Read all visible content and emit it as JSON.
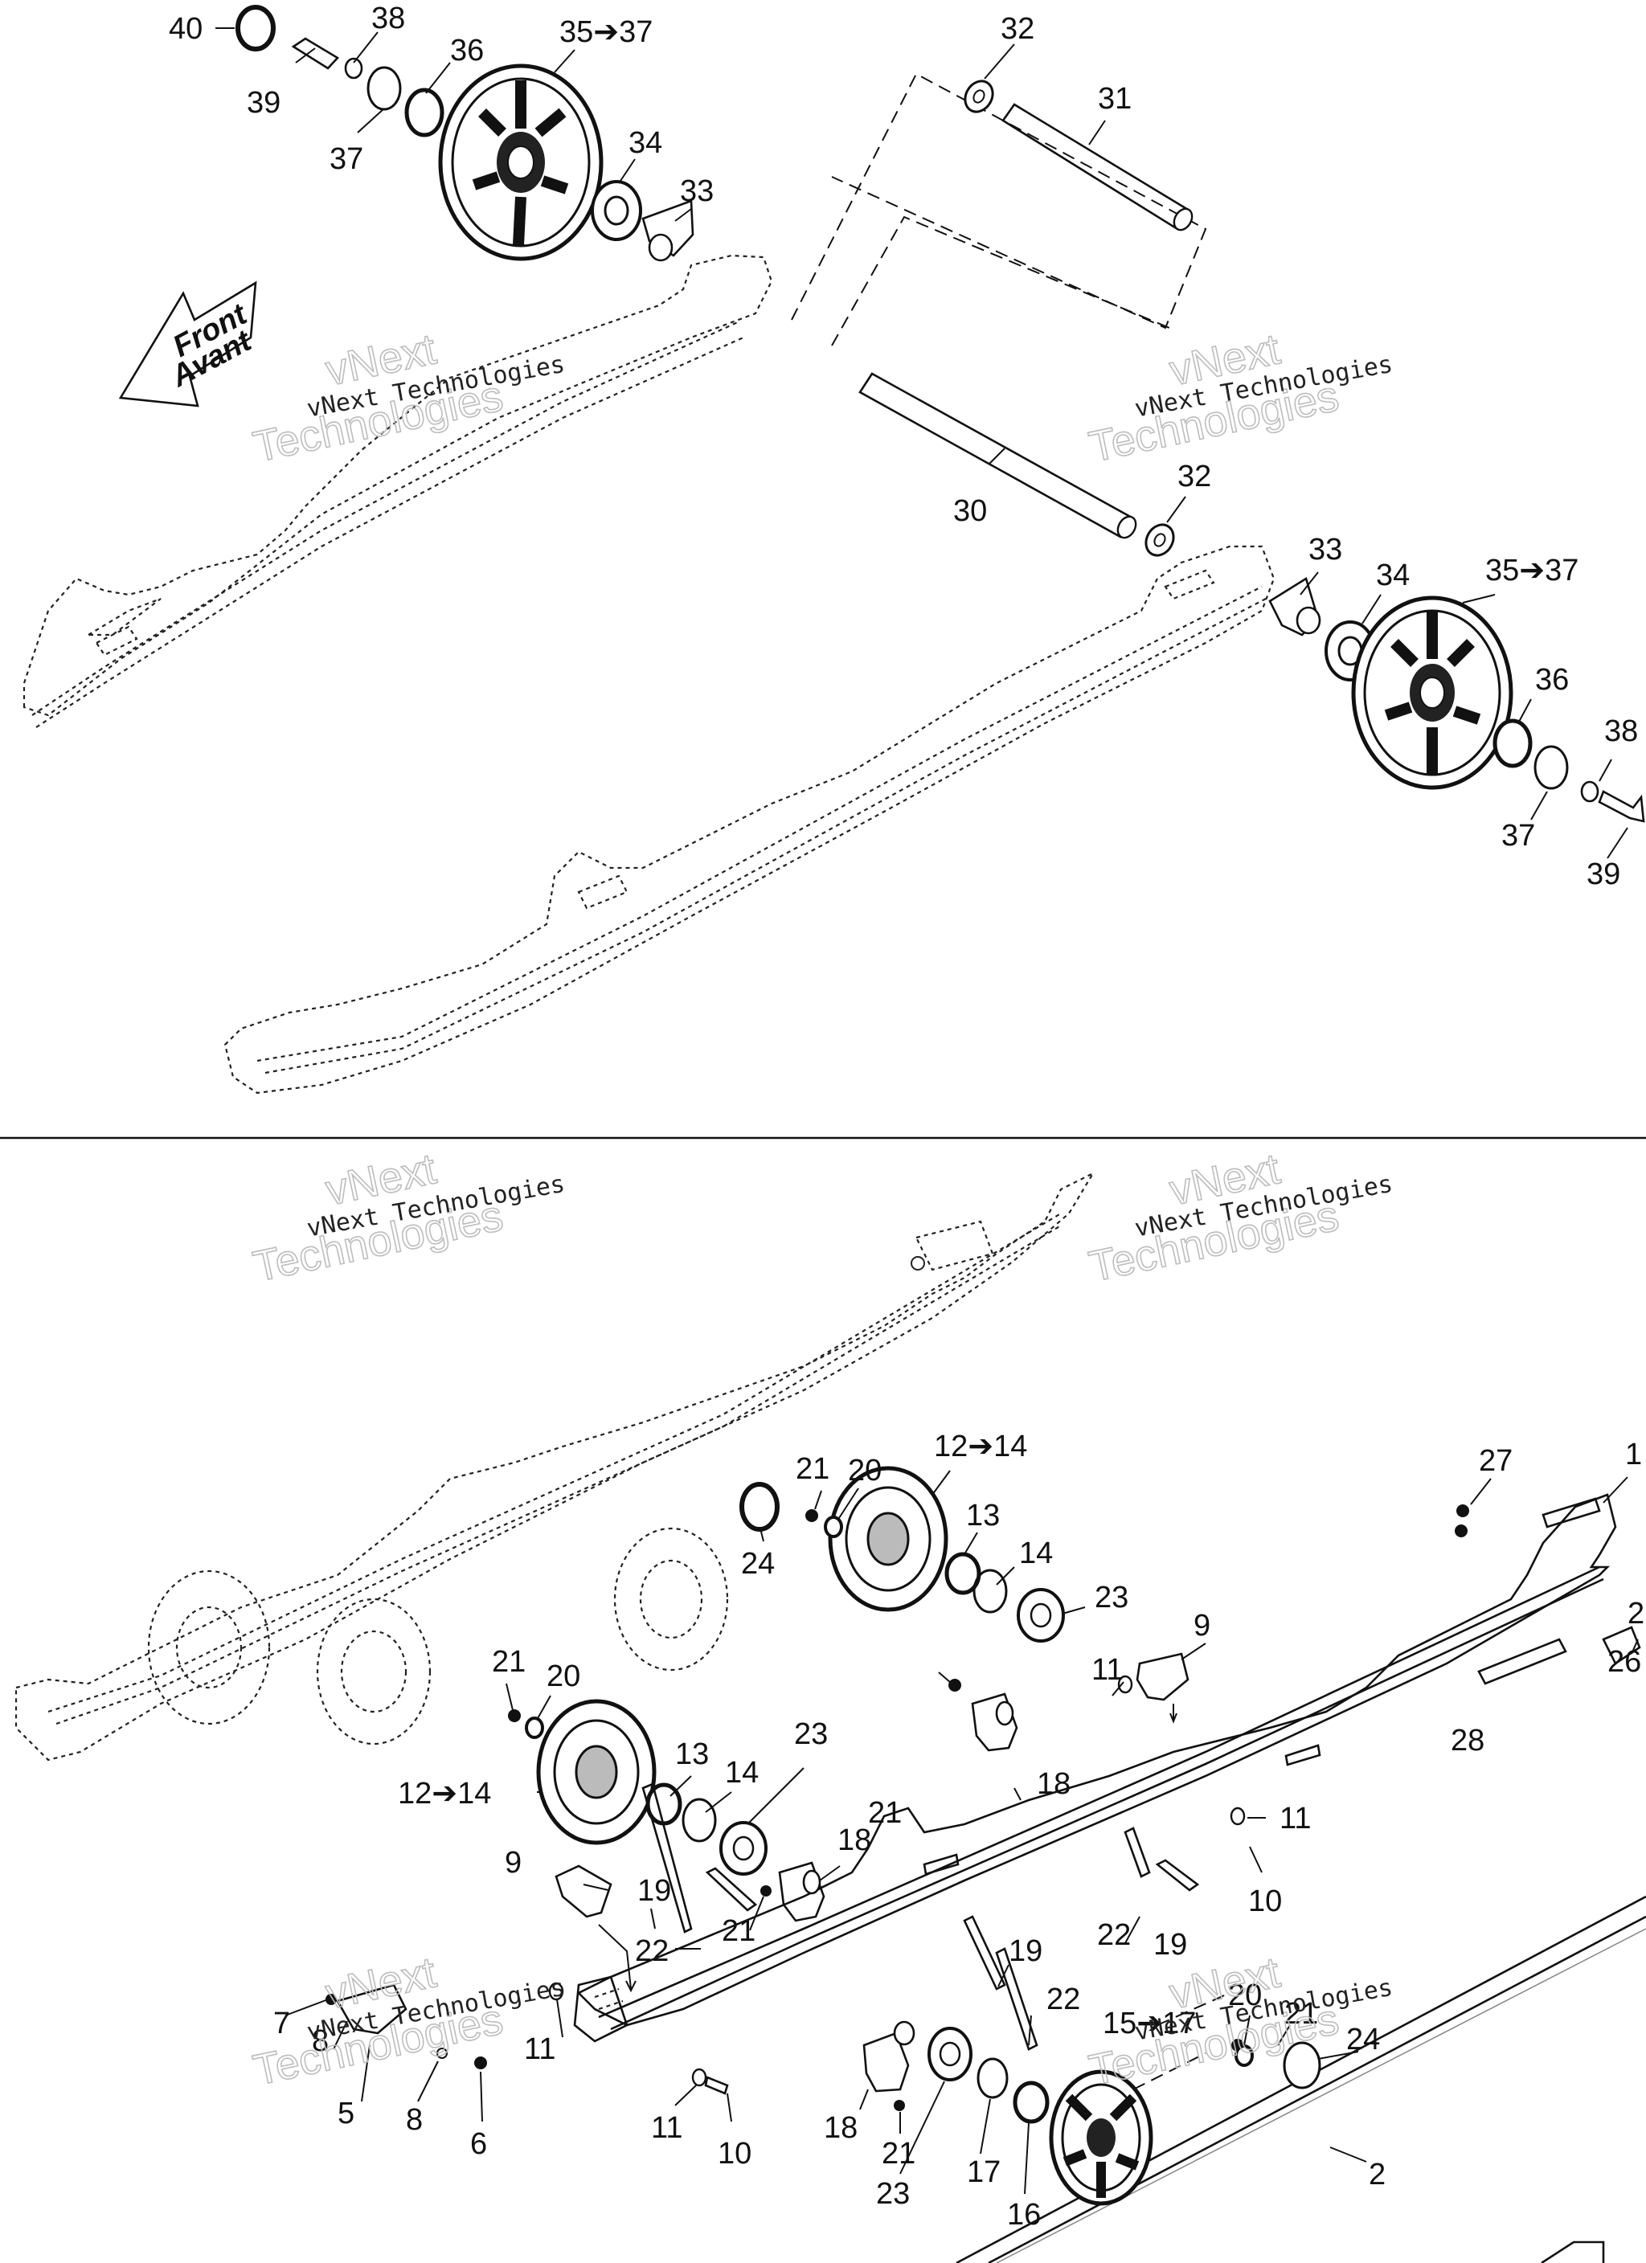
{
  "front_arrow": {
    "line1": "Front",
    "line2": "Avant"
  },
  "watermark": {
    "line1": "vNext Technologies",
    "line2": "vNext",
    "line3": "Technologies"
  },
  "top_labels": {
    "l40": "40",
    "l38a": "38",
    "l36a": "36",
    "l3537a": "35➔37",
    "l39a": "39",
    "l37a": "37",
    "l34a": "34",
    "l33a": "33",
    "l32a": "32",
    "l31": "31",
    "l30": "30",
    "l32b": "32",
    "l33b": "33",
    "l34b": "34",
    "l3537b": "35➔37",
    "l36b": "36",
    "l38b": "38",
    "l37b": "37",
    "l39b": "39"
  },
  "bottom_labels": {
    "l1": "1",
    "l2a": "2",
    "l26": "26",
    "l27": "27",
    "l28": "28",
    "l1214a": "12➔14",
    "l21a": "21",
    "l20a": "20",
    "l24a": "24",
    "l13a": "13",
    "l14a": "14",
    "l23a": "23",
    "l9a": "9",
    "l21b": "21",
    "l20b": "20",
    "l1214b": "12➔14",
    "l13b": "13",
    "l14b": "14",
    "l23b": "23",
    "l18a": "18",
    "l21c": "21",
    "l11a": "11",
    "l11b": "11",
    "l10a": "10",
    "l18b": "18",
    "l21d": "21",
    "l9b": "9",
    "l19a": "19",
    "l22a": "22",
    "l22b": "22",
    "l19b": "19",
    "l19c": "19",
    "l22c": "22",
    "l7": "7",
    "l8a": "8",
    "l11c": "11",
    "l5": "5",
    "l8b": "8",
    "l6": "6",
    "l11d": "11",
    "l10b": "10",
    "l18c": "18",
    "l21e": "21",
    "l23c": "23",
    "l17": "17",
    "l16": "16",
    "l1517": "15➔17",
    "l20c": "20",
    "l21f": "21",
    "l24b": "24",
    "l2b": "2"
  }
}
